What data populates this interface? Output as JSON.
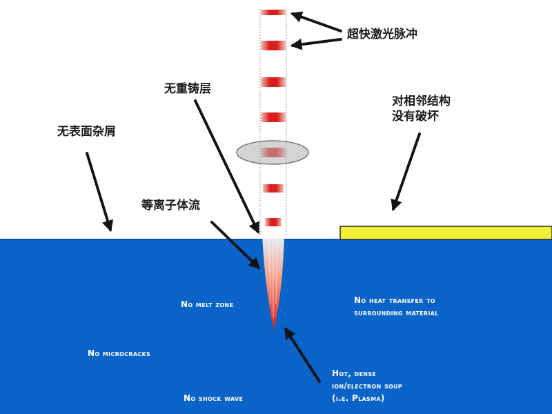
{
  "labels": {
    "pulse": "超快激光脉冲",
    "no_recast": "无重铸层",
    "no_damage_l1": "对相邻结构",
    "no_damage_l2": "没有破坏",
    "no_debris": "无表面杂屑",
    "plasma_flow": "等离子体流",
    "no_melt": "No melt zone",
    "no_heat_l1": "No heat transfer to",
    "no_heat_l2": "surrounding material",
    "no_microcracks": "No microcracks",
    "no_shock": "No shock wave",
    "soup_l1": "Hot, dense",
    "soup_l2": "ion/electron soup",
    "soup_l3": "(i.e. Plasma)"
  },
  "colors": {
    "material": "#0a63c9",
    "pulse_red": "#d81f1f",
    "highlight": "#f2ee3a",
    "ring": "#b0b0b0",
    "arrow": "#141414"
  }
}
